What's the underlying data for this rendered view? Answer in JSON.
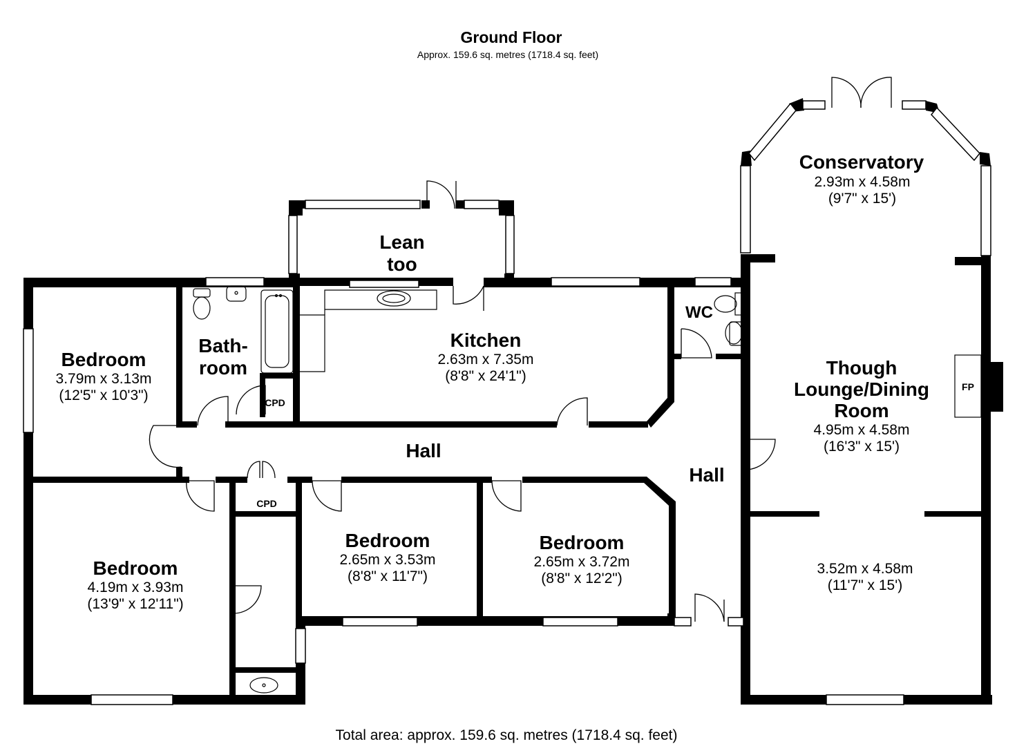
{
  "header": {
    "title": "Ground Floor",
    "subtitle": "Approx. 159.6 sq. metres (1718.4 sq. feet)"
  },
  "footer": {
    "total": "Total area: approx. 159.6 sq. metres (1718.4 sq. feet)"
  },
  "rooms": {
    "conservatory": {
      "name": "Conservatory",
      "dim_m": "2.93m x 4.58m",
      "dim_ft": "(9'7\" x 15')"
    },
    "lean_too": {
      "line1": "Lean",
      "line2": "too"
    },
    "kitchen": {
      "name": "Kitchen",
      "dim_m": "2.63m x 7.35m",
      "dim_ft": "(8'8\" x 24'1\")"
    },
    "wc": {
      "name": "WC"
    },
    "bathroom": {
      "line1": "Bath-",
      "line2": "room"
    },
    "bedroom_nw": {
      "name": "Bedroom",
      "dim_m": "3.79m x 3.13m",
      "dim_ft": "(12'5\" x 10'3\")"
    },
    "bedroom_sw": {
      "name": "Bedroom",
      "dim_m": "4.19m x 3.93m",
      "dim_ft": "(13'9\" x 12'11\")"
    },
    "bedroom_mid": {
      "name": "Bedroom",
      "dim_m": "2.65m x 3.53m",
      "dim_ft": "(8'8\" x 11'7\")"
    },
    "bedroom_east": {
      "name": "Bedroom",
      "dim_m": "2.65m x 3.72m",
      "dim_ft": "(8'8\" x 12'2\")"
    },
    "lounge": {
      "line1": "Though",
      "line2": "Lounge/Dining",
      "line3": "Room",
      "dim_m": "4.95m x 4.58m",
      "dim_ft": "(16'3\" x 15')"
    },
    "dining": {
      "dim_m": "3.52m x 4.58m",
      "dim_ft": "(11'7\" x 15')"
    },
    "hall_main": {
      "name": "Hall"
    },
    "hall_side": {
      "name": "Hall"
    },
    "cpd_bath": {
      "name": "CPD"
    },
    "cpd_hall": {
      "name": "CPD"
    },
    "fireplace": {
      "name": "FP"
    }
  }
}
